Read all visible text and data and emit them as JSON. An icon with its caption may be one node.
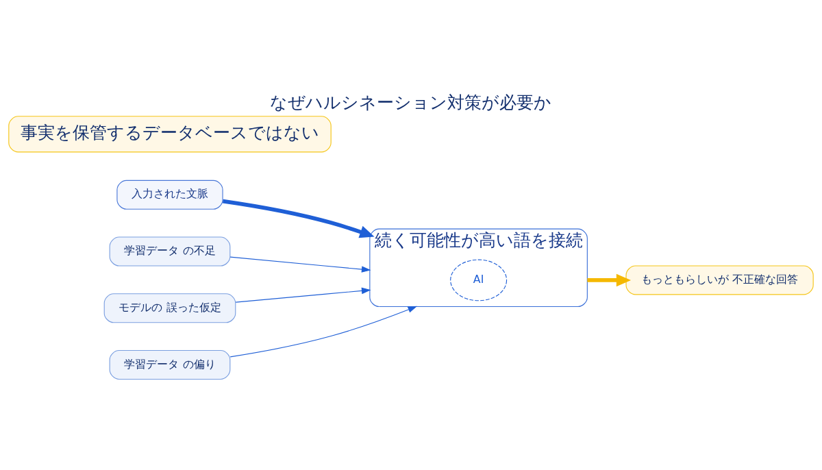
{
  "diagram": {
    "title": "なぜハルシネーション対策が必要か",
    "nodes": [
      {
        "text": [
          "入力された文脈"
        ]
      },
      {
        "text": [
          "続く可能性が高い語を接続"
        ]
      },
      {
        "text": [
          "AI"
        ],
        "in": 1
      },
      {
        "text": [
          "学習データ の不足"
        ]
      },
      {
        "text": [
          "モデルの 誤った仮定"
        ]
      },
      {
        "text": [
          "学習データ の偏り"
        ]
      },
      {
        "text": [
          "もっともらしいが 不正確な回答"
        ]
      },
      {
        "text": [
          "事実を保管するデータベースではない"
        ]
      }
    ],
    "edges": [
      {
        "from": 0,
        "to": 1,
        "arrow": "to",
        "style": "thick"
      },
      {
        "from": 1,
        "to": 6,
        "arrow": "to",
        "style": "thick",
        "color": "#f5b800"
      },
      {
        "from": 3,
        "to": 1,
        "arrow": "to"
      },
      {
        "from": 4,
        "to": 1,
        "arrow": "to"
      },
      {
        "from": 5,
        "to": 1,
        "arrow": "to"
      }
    ]
  }
}
